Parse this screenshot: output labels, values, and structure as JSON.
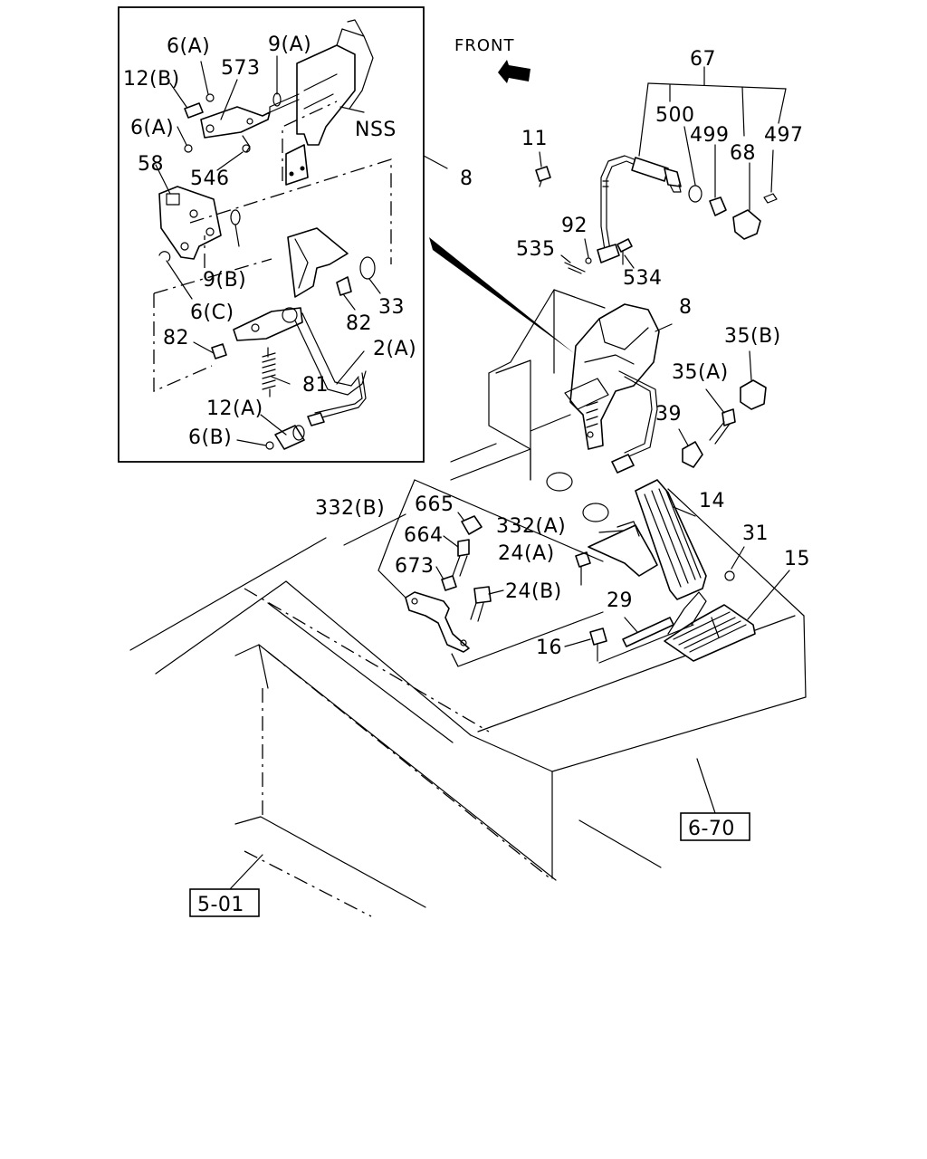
{
  "front_label": "FRONT",
  "labels": {
    "l6a_top": "6(A)",
    "l9a": "9(A)",
    "l12b": "12(B)",
    "l573": "573",
    "l6a_mid": "6(A)",
    "lnss": "NSS",
    "l58": "58",
    "l546": "546",
    "l8_inset": "8",
    "l9b": "9(B)",
    "l6c": "6(C)",
    "l33": "33",
    "l82_right": "82",
    "l82_left": "82",
    "l2a": "2(A)",
    "l81": "81",
    "l12a": "12(A)",
    "l6b": "6(B)",
    "l67": "67",
    "l500": "500",
    "l499": "499",
    "l68": "68",
    "l497": "497",
    "l11": "11",
    "l92": "92",
    "l535": "535",
    "l534": "534",
    "l8_main": "8",
    "l35b": "35(B)",
    "l35a": "35(A)",
    "l39": "39",
    "l14": "14",
    "l332b": "332(B)",
    "l665": "665",
    "l664": "664",
    "l332a": "332(A)",
    "l24a": "24(A)",
    "l673": "673",
    "l24b": "24(B)",
    "l31": "31",
    "l15": "15",
    "l29": "29",
    "l16": "16"
  },
  "references": {
    "ref_670": "6-70",
    "ref_501": "5-01"
  }
}
